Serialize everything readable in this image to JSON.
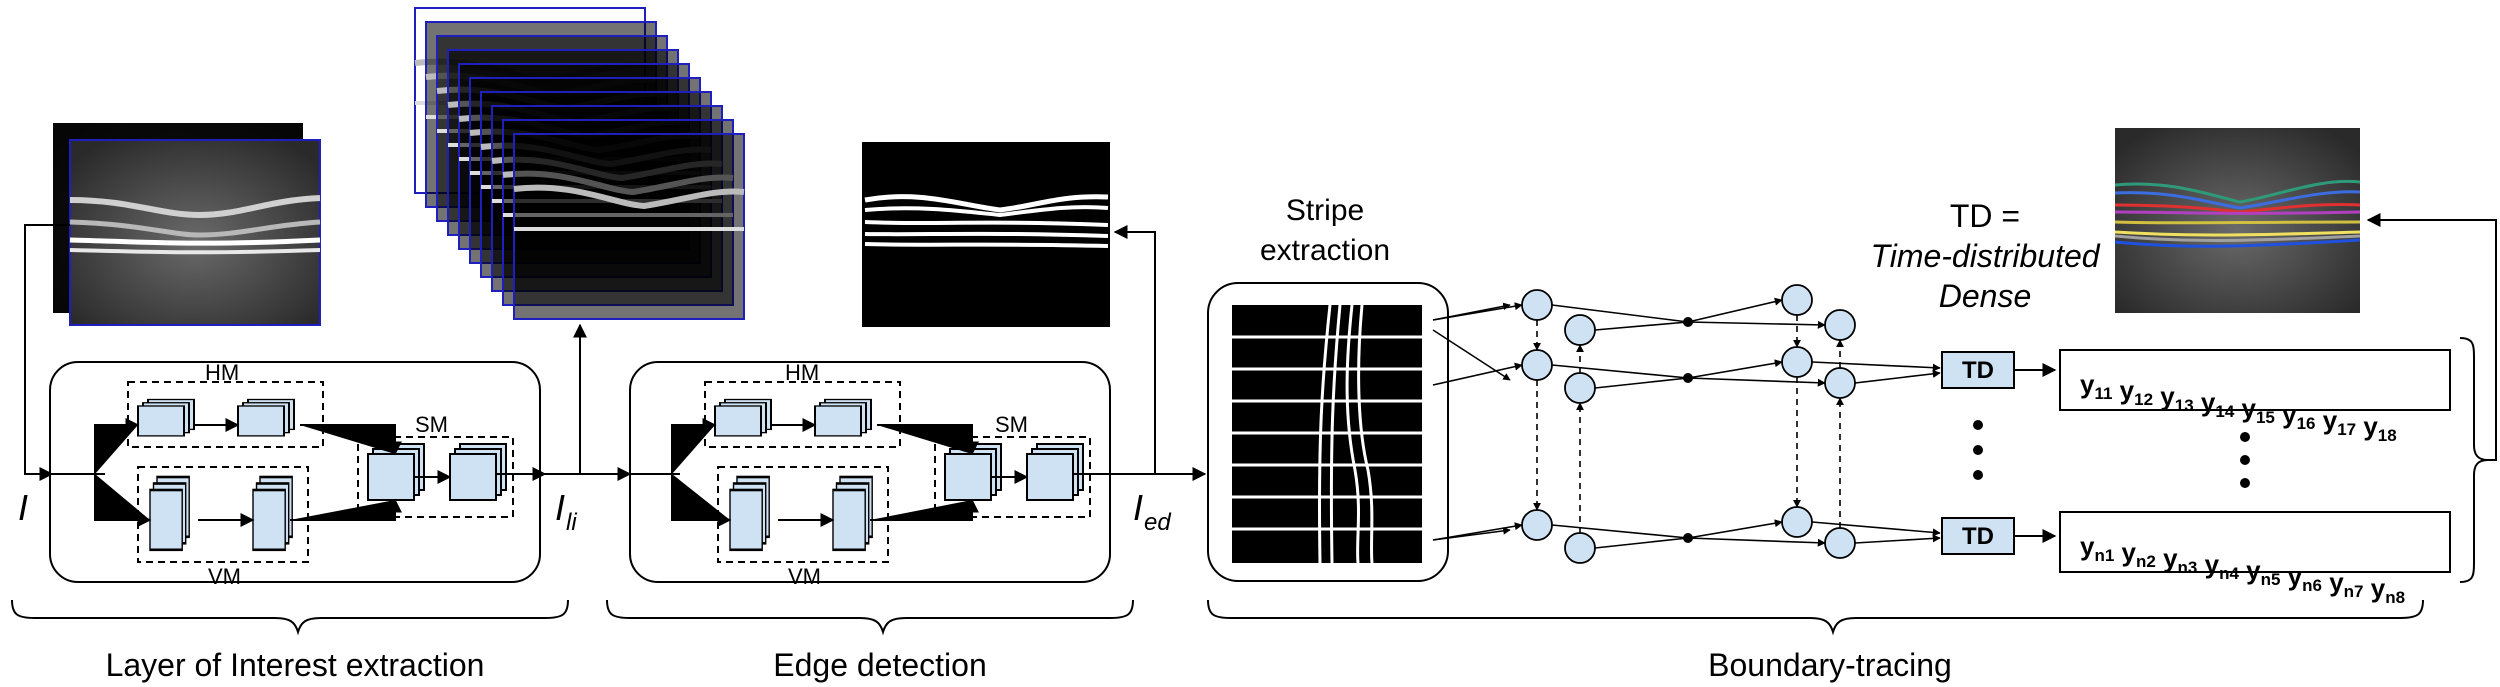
{
  "input_symbol": "I",
  "output_li": {
    "main": "I",
    "sub": "li"
  },
  "output_ed": {
    "main": "I",
    "sub": "ed"
  },
  "module1": {
    "hm": "HM",
    "sm": "SM",
    "vm": "VM"
  },
  "module2": {
    "hm": "HM",
    "sm": "SM",
    "vm": "VM"
  },
  "stripe_title_line1": "Stripe",
  "stripe_title_line2": "extraction",
  "td_note": {
    "line1": "TD =",
    "line2": "Time-distributed",
    "line3": "Dense"
  },
  "td_label": "TD",
  "y_row1": [
    "11",
    "12",
    "13",
    "14",
    "15",
    "16",
    "17",
    "18"
  ],
  "y_row2": [
    "n1",
    "n2",
    "n3",
    "n4",
    "n5",
    "n6",
    "n7",
    "n8"
  ],
  "y_letter": "y",
  "sections": {
    "s1": "Layer of Interest extraction",
    "s2": "Edge detection",
    "s3": "Boundary-tracing"
  },
  "colors": {
    "block": "#cfe2f3",
    "frame": "#1f1fbf"
  }
}
